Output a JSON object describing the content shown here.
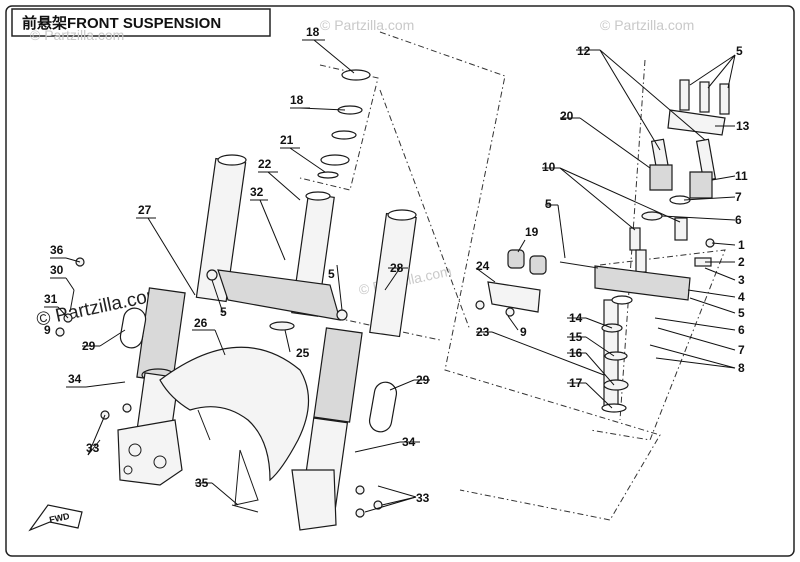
{
  "title": "前悬架FRONT SUSPENSION",
  "watermarks": [
    "© Partzilla.com",
    "© Partzilla.com",
    "© Partzilla.com",
    "© Partzilla.com",
    "© Partzilla.com"
  ],
  "direction_label": "FWD",
  "callouts": [
    "18",
    "18",
    "21",
    "22",
    "32",
    "27",
    "36",
    "30",
    "31",
    "9",
    "29",
    "34",
    "33",
    "5",
    "5",
    "26",
    "25",
    "28",
    "29",
    "34",
    "35",
    "33",
    "12",
    "5",
    "13",
    "20",
    "11",
    "7",
    "10",
    "6",
    "5",
    "19",
    "24",
    "9",
    "23",
    "1",
    "2",
    "3",
    "4",
    "5",
    "14",
    "15",
    "6",
    "7",
    "16",
    "17",
    "8"
  ]
}
